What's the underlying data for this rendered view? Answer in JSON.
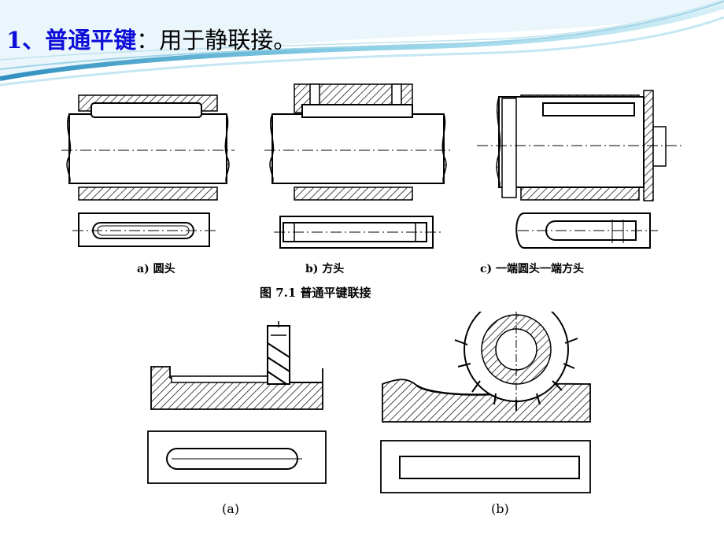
{
  "slide": {
    "title_number": "1、",
    "title_keyword": "普通平键",
    "title_rest": "：用于静联接。",
    "accent_color": "#0d0dd8",
    "wave_color": "#5ab0d2"
  },
  "figure_top": {
    "captions": [
      "a) 圆头",
      "b) 方头",
      "c) 一端圆头一端方头"
    ],
    "title": "图 7.1    普通平键联接"
  },
  "figure_bottom": {
    "captions": [
      "(a)",
      "(b)"
    ]
  }
}
